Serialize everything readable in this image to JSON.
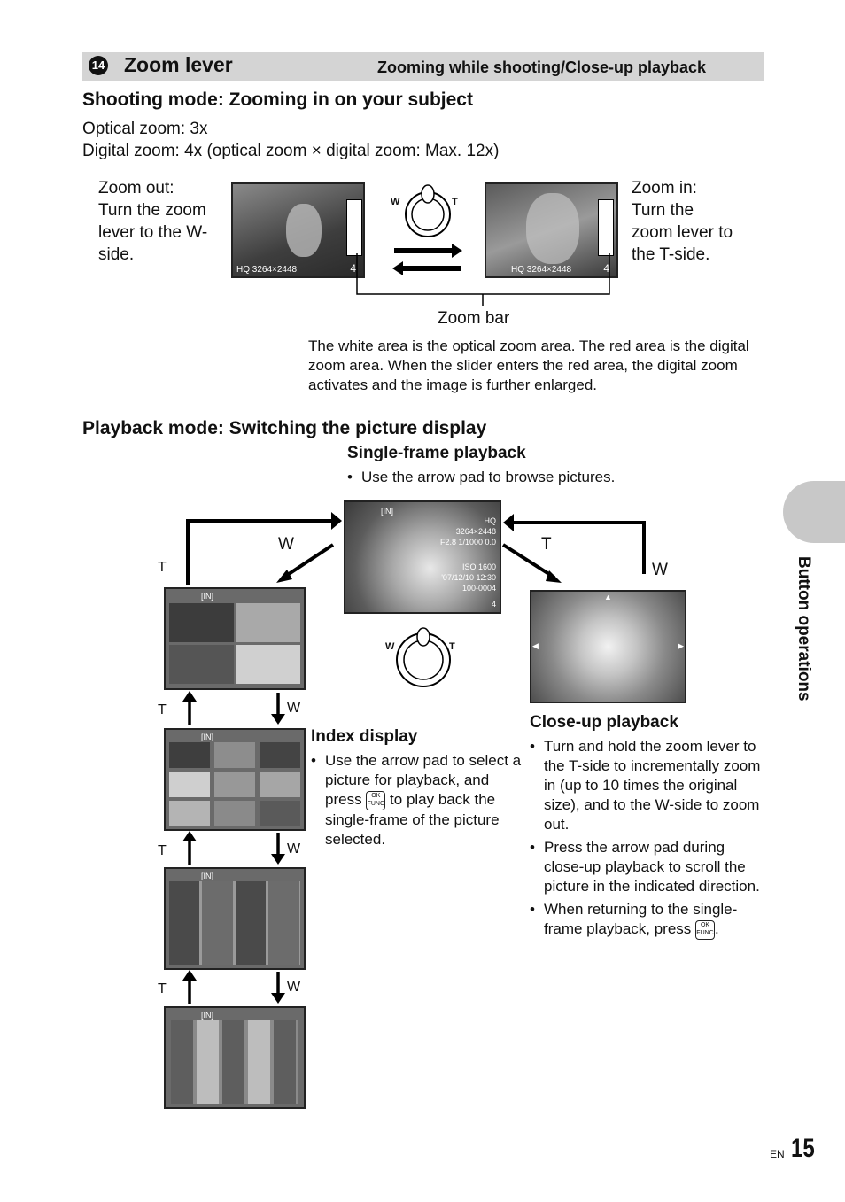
{
  "header": {
    "number": "14",
    "title": "Zoom lever",
    "subtitle": "Zooming while shooting/Close-up playback"
  },
  "shooting": {
    "heading": "Shooting mode: Zooming in on your subject",
    "optical": "Optical zoom: 3x",
    "digital": "Digital zoom: 4x (optical zoom × digital zoom: Max. 12x)",
    "zoom_out_lines": [
      "Zoom out:",
      "Turn the zoom",
      "lever to the W-",
      "side."
    ],
    "zoom_in_lines": [
      "Zoom in:",
      "Turn the",
      "zoom lever to",
      "the T-side."
    ],
    "zoom_bar_label": "Zoom bar",
    "note": "The white area is the optical zoom area. The red area is the digital zoom area. When the slider enters the red area, the digital zoom activates and the image is further enlarged.",
    "lever_w": "W",
    "lever_t": "T",
    "screen_info": "HQ 3264×2448",
    "screen_count": "4"
  },
  "playback": {
    "heading": "Playback mode: Switching the picture display",
    "single_heading": "Single-frame playback",
    "single_bullet": "Use the arrow pad to browse pictures.",
    "index_heading": "Index display",
    "index_bullet_a": "Use the arrow pad to select a picture for playback, and press",
    "index_bullet_b": "to play back the single-frame of the picture selected.",
    "closeup_heading": "Close-up playback",
    "closeup_bullets": [
      "Turn and hold the zoom lever to the T-side to incrementally zoom in (up to 10 times the original size), and to the W-side to zoom out.",
      "Press the arrow pad during close-up playback to scroll the picture in the indicated direction."
    ],
    "closeup_bullet3_a": "When returning to the single-frame playback, press",
    "closeup_bullet3_b": ".",
    "ok_top": "OK",
    "ok_bottom": "FUNC",
    "screen_lines": [
      "[IN]",
      "HQ",
      "3264×2448",
      "F2.8 1/1000 0.0",
      "ISO 1600",
      "'07/12/10 12:30",
      "100-0004",
      "4"
    ],
    "index_in": "[IN]",
    "t": "T",
    "w": "W"
  },
  "side_tab": "Button operations",
  "footer": {
    "lang": "EN",
    "page": "15"
  }
}
